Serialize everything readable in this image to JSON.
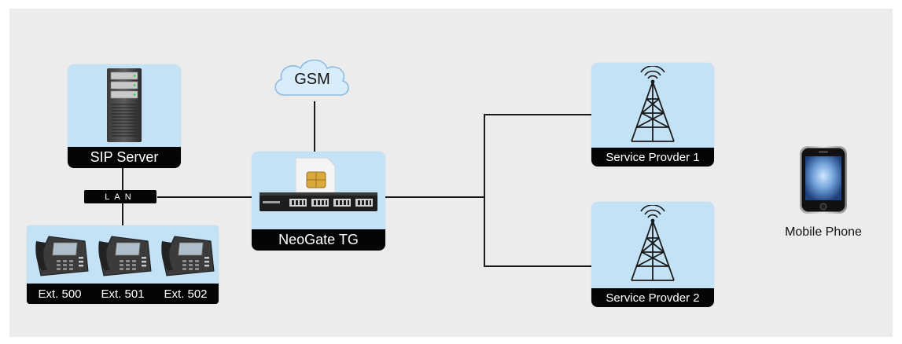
{
  "nodes": {
    "sip_server": "SIP Server",
    "lan": "LAN",
    "gsm": "GSM",
    "gateway": "NeoGate TG",
    "provider_1": "Service Provder 1",
    "provider_2": "Service Provder 2",
    "mobile": "Mobile Phone"
  },
  "extensions": [
    "Ext. 500",
    "Ext. 501",
    "Ext. 502"
  ],
  "colors": {
    "card_fill": "#c4e2f6",
    "label_bar": "#050505",
    "canvas": "#ececec",
    "line": "#1a1a1a"
  },
  "icons": {
    "server": "server-tower-icon",
    "phone": "desk-phone-icon",
    "gateway": "gateway-device-icon",
    "sim": "sim-card-icon",
    "tower": "radio-tower-icon",
    "cloud": "cloud-icon",
    "mobile": "smartphone-icon"
  }
}
